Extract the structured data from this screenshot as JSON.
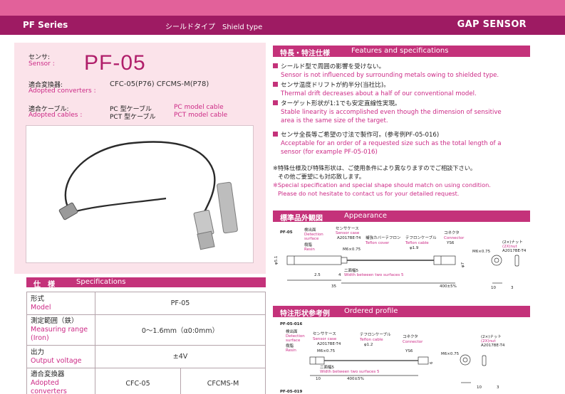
{
  "header": {
    "series": "PF Series",
    "type_label": "シールドタイプ　Shield type",
    "category": "GAP SENSOR"
  },
  "product": {
    "sensor_label_jp": "センサ:",
    "sensor_label_en": "Sensor :",
    "model": "PF-05",
    "converters_label_jp": "適合変換器:",
    "converters_label_en": "Adopted converters :",
    "converters_value": "CFC-05(P76)  CFCMS-M(P78)",
    "cables_label_jp": "適合ケーブル:",
    "cables_label_en": "Adopted cables :",
    "cable_pc_jp": "PC 型ケーブル",
    "cable_pc_en": "PC model cable",
    "cable_pct_jp": "PCT 型ケーブル",
    "cable_pct_en": "PCT model cable"
  },
  "features": {
    "heading_jp": "特長・特注仕様",
    "heading_en": "Features and specifications",
    "items": [
      {
        "jp": "シールド型で周囲の影響を受けない。",
        "en": "Sensor is not influenced by surrounding metals owing to shielded type."
      },
      {
        "jp": "センサ温度ドリフトが約半分(当社比)。",
        "en": "Thermal drift decreases about a half of our conventional model."
      },
      {
        "jp": "ターゲット形状が1:1でも安定直線性実現。",
        "en": "Stable linearity is accomplished even though the dimension of sensitive",
        "en2": "area is the same size of the target."
      },
      {
        "jp": "センサ全長等ご希望の寸法で製作可。(参考例PF-05-016)",
        "en": "Acceptable for an order of a requested size such as the total length of a",
        "en2": "sensor  (for example PF-05-016)"
      }
    ],
    "note_jp1": "※特殊仕様及び特殊形状は、ご使用条件により異なりますのでご相談下さい。",
    "note_jp2": "その他ご要望にも対応致します。",
    "note_en1": "※Special specification and special shape should match on using condition.",
    "note_en2": "Please do not hesitate to contact us for your detailed request."
  },
  "appearance": {
    "heading_jp": "標準品外観図",
    "heading_en": "Appearance",
    "model": "PF-05",
    "det_jp": "検出面",
    "det_en1": "Detection",
    "det_en2": "surface",
    "resin_jp": "樹脂",
    "resin_en": "Resin",
    "case_jp": "センサケース",
    "case_en": "Sensor case",
    "case_mat": "A2017BE-T4",
    "thread": "M6×0.75",
    "teflon_jp": "補強カバーテフロン",
    "teflon_en": "Teflon cover",
    "cable_jp": "テフロンケーブル",
    "cable_en": "Teflon cable",
    "cable_dia": "φ1.9",
    "conn_jp": "コネクタ",
    "conn_en": "Connector",
    "conn_model": "YS6",
    "nut_thread": "M6×0.75",
    "nut_jp": "(2×)ナット",
    "nut_en": "(2X)nut",
    "nut_mat": "A2017BE-T4",
    "flats_jp": "二面幅5",
    "flats_en": "Width between two surfaces 5",
    "dim_phi": "φ5.1",
    "dim_25": "2.5",
    "dim_4": "4",
    "dim_35": "35",
    "dim_len": "400±5%",
    "dim_7": "φ7",
    "dim_10": "10",
    "dim_3": "3"
  },
  "ordered": {
    "heading_jp": "特注形状参考例",
    "heading_en": "Ordered profile",
    "model": "PF-05-016",
    "model2": "PF-05-019",
    "cable_dia": "φ1.2",
    "dim_len": "400±5%",
    "dim_6": "6",
    "dim_10": "10"
  },
  "specs": {
    "heading_jp": "仕　様",
    "heading_en": "Specifications",
    "rows": [
      {
        "jp": "形式",
        "en": "Model",
        "value": "PF-05"
      },
      {
        "jp": "測定範囲（鉄）",
        "en": "Measuring range (Iron)",
        "value": "0～1.6mm（α0:0mm）"
      },
      {
        "jp": "出力",
        "en": "Output voltage",
        "value": "±4V"
      }
    ],
    "conv_jp": "適合変換器",
    "conv_en": "Adopted converters",
    "conv_a": "CFC-05",
    "conv_b": "CFCMS-M"
  },
  "colors": {
    "brand_dark": "#9e1b63",
    "brand_mid": "#c4327a",
    "brand_light": "#e2619a",
    "panel_bg": "#fbe3ea",
    "accent_text": "#cc2a86"
  },
  "icons": {
    "bullet": "square-bullet-icon",
    "photo": "sensor-photo"
  }
}
